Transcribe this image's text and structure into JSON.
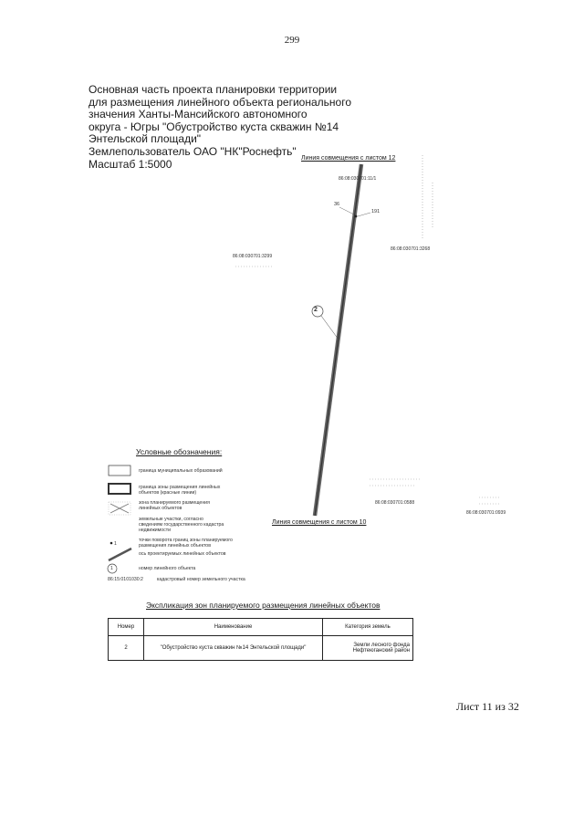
{
  "page": {
    "number": "299",
    "sheet": "Лист 11 из 32"
  },
  "title": {
    "lines": [
      "Основная часть проекта планировки территории",
      "для размещения линейного объекта регионального",
      "значения Ханты-Мансийского автономного",
      "округа - Югры \"Обустройство куста скважин №14",
      "Энтельской площади\"",
      "Землепользователь ОАО \"НК\"Роснефть\"",
      "Масштаб 1:5000"
    ]
  },
  "map": {
    "link_top": "Линия совмещения с листом 12",
    "link_bottom": "Линия совмещения с листом 10",
    "parcels": [
      "86:08:030701:11/1",
      "86:08:030701:3299",
      "86:08:030701:3268",
      "86:08:030701:0588",
      "86:08:030701:0939"
    ],
    "points": [
      "36",
      "191"
    ],
    "object_number": "2",
    "colors": {
      "line": "#555555"
    }
  },
  "legend": {
    "title": "Условные обозначения:",
    "items": [
      {
        "symbol": "rect-thin",
        "text": "граница муниципальных образований"
      },
      {
        "symbol": "rect-thick",
        "text": "граница зоны размещения линейных объектов (красные линии)"
      },
      {
        "symbol": "hatch-x",
        "text": "зона планируемого размещения линейных объектов"
      },
      {
        "symbol": "none",
        "text": "земельные участки, согласно сведениям государственного кадастра недвижимости"
      },
      {
        "symbol": "point",
        "label": "1",
        "text": "точки поворота границ зоны планируемого размещения линейных объектов"
      },
      {
        "symbol": "axis",
        "text": "ось проектируемых линейных объектов"
      },
      {
        "symbol": "circle",
        "label": "1",
        "text": "номер линейного объекта"
      },
      {
        "symbol": "cadastre",
        "label": "86:15:0101030:2",
        "text": "кадастровый номер земельного участка"
      }
    ]
  },
  "explication": {
    "title": "Экспликация зон планируемого размещения линейных объектов",
    "headers": [
      "Номер",
      "Наименование",
      "Категория земель"
    ],
    "rows": [
      {
        "number": "2",
        "name": "\"Обустройство куста скважин №14 Энтельской площади\"",
        "category": [
          "Земли лесного фонда",
          "Нефтеюганский район"
        ]
      }
    ]
  }
}
